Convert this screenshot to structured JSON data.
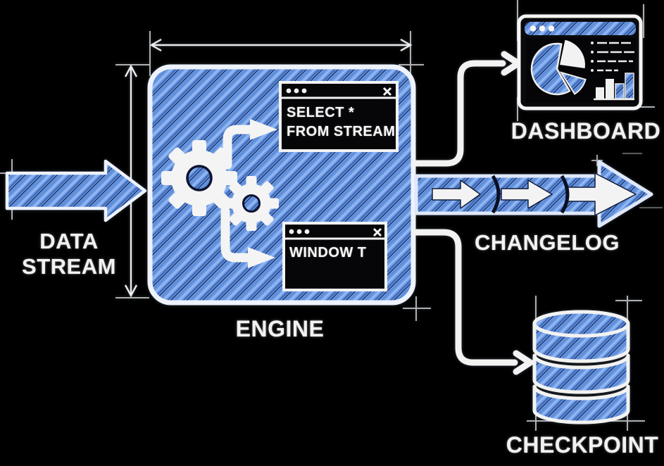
{
  "diagram": {
    "title": "stream processing architecture sketch",
    "colors": {
      "background": "#000000",
      "ink": "#f2f2f2",
      "blue_base": "#6d9be3",
      "blue_light": "#93b7f0",
      "blue_dark": "#3c66b5",
      "blue_deep": "#16275a"
    },
    "nodes": {
      "data_stream": {
        "label": "DATA\nSTREAM"
      },
      "engine": {
        "label": "ENGINE",
        "query_window": {
          "lines": [
            "SELECT *",
            "FROM STREAM"
          ]
        },
        "window_t": {
          "lines": [
            "WINDOW T"
          ]
        }
      },
      "dashboard": {
        "label": "DASHBOARD"
      },
      "changelog": {
        "label": "CHANGELOG"
      },
      "checkpoint": {
        "label": "CHECKPOINT"
      }
    }
  }
}
